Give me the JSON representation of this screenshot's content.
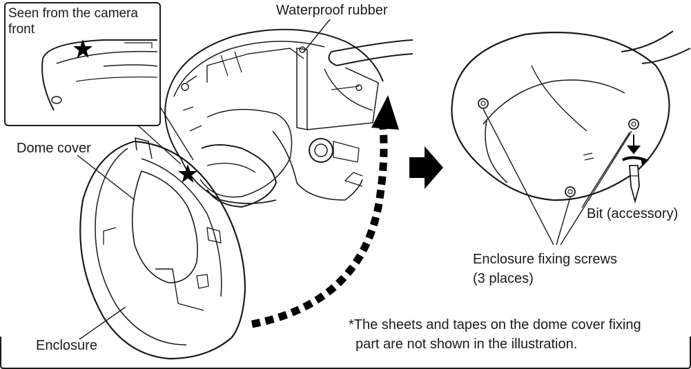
{
  "inset": {
    "title_line1": "Seen from the camera",
    "title_line2": "front"
  },
  "labels": {
    "waterproof_rubber": "Waterproof rubber",
    "dome_cover": "Dome cover",
    "enclosure": "Enclosure",
    "bit": "Bit (accessory)",
    "fixing_screws_line1": "Enclosure fixing screws",
    "fixing_screws_line2": "(3 places)"
  },
  "note": {
    "line1": "*The sheets and tapes on the dome cover fixing",
    "line2": "part are not shown in the illustration."
  },
  "icons": [
    "star-icon",
    "arrow-right-icon",
    "curved-dotted-arrow-icon",
    "screwdriver-bit-icon"
  ]
}
